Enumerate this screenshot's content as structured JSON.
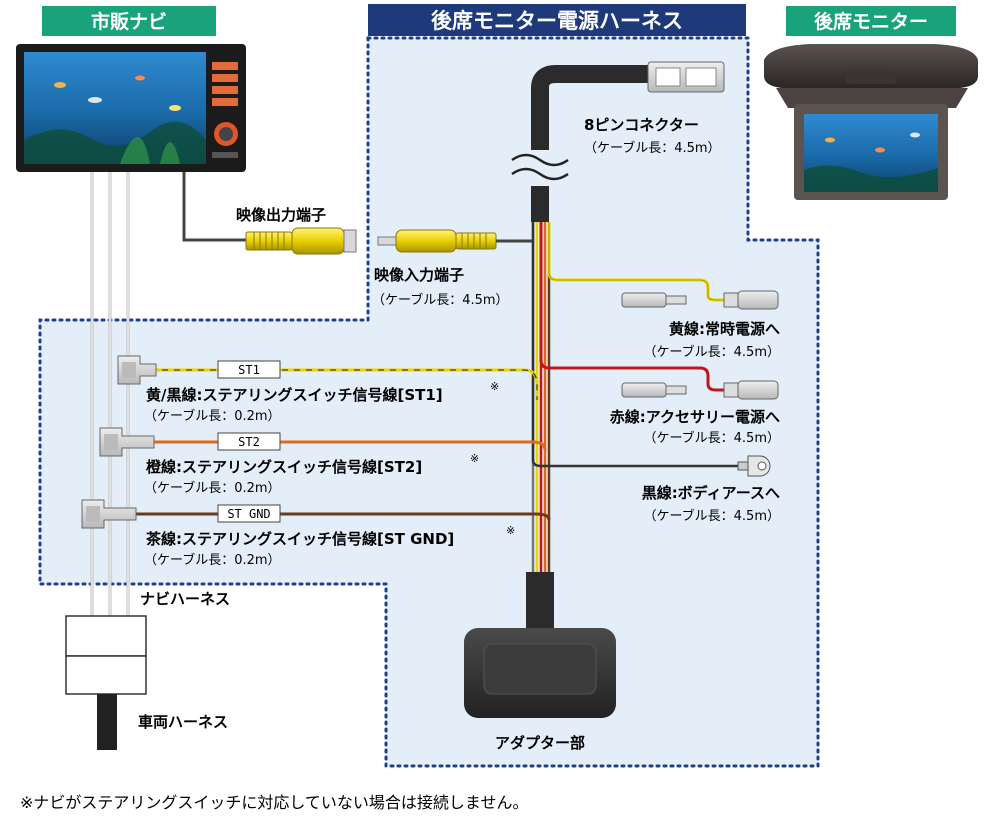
{
  "titles": {
    "navi": "市販ナビ",
    "harness": "後席モニター電源ハーネス",
    "monitor": "後席モニター"
  },
  "labels": {
    "video_out": "映像出力端子",
    "video_in": "映像入力端子",
    "video_in_len": "（ケーブル長：4.5m）",
    "connector_8pin": "8ピンコネクター",
    "connector_8pin_len": "（ケーブル長：4.5m）",
    "yellow_line": "黄線:常時電源へ",
    "yellow_line_len": "（ケーブル長：4.5m）",
    "red_line": "赤線:アクセサリー電源へ",
    "red_line_len": "（ケーブル長：4.5m）",
    "black_line": "黒線:ボディアースへ",
    "black_line_len": "（ケーブル長：4.5m）",
    "st1_text": "黄/黒線:ステアリングスイッチ信号線[ST1]",
    "st1_len": "（ケーブル長：0.2m）",
    "st2_text": "橙線:ステアリングスイッチ信号線[ST2]",
    "st2_len": "（ケーブル長：0.2m）",
    "stgnd_text": "茶線:ステアリングスイッチ信号線[ST GND]",
    "stgnd_len": "（ケーブル長：0.2m）",
    "note_mark": "※",
    "navi_harness": "ナビハーネス",
    "vehicle_harness": "車両ハーネス",
    "adapter": "アダプター部",
    "tag_st1": "ST1",
    "tag_st2": "ST2",
    "tag_stgnd": "ST GND"
  },
  "footnote": "※ナビがステアリングスイッチに対応していない場合は接続しません。",
  "colors": {
    "title_bg_green": "#1aa37a",
    "title_bg_navy": "#1f3a7a",
    "zone_fill": "#e3eef8",
    "zone_border": "#1d3f8f",
    "wire_yellow": "#e8d400",
    "wire_red": "#c0151b",
    "wire_orange": "#e06a1b",
    "wire_brown": "#6b3a1c",
    "wire_black": "#333333"
  }
}
